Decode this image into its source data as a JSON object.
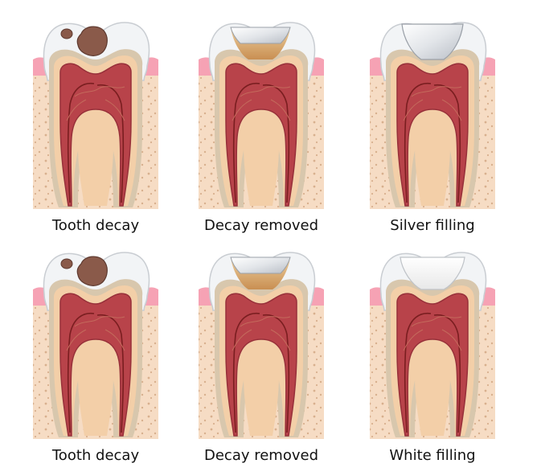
{
  "panels": [
    {
      "label": "Tooth decay",
      "state": "decay"
    },
    {
      "label": "Decay removed",
      "state": "removed"
    },
    {
      "label": "Silver filling",
      "state": "silver"
    },
    {
      "label": "Tooth decay",
      "state": "decay"
    },
    {
      "label": "Decay removed",
      "state": "removed"
    },
    {
      "label": "White filling",
      "state": "white"
    }
  ],
  "colors": {
    "bone": "#f6dcc4",
    "bone_dots": "#d8b08e",
    "gum": "#f6a2b4",
    "enamel": "#f2f4f6",
    "dentin_edge": "#d8c7ad",
    "dentin": "#f3cfa8",
    "pulp": "#b8434a",
    "pulp_dark": "#97303a",
    "vessel": "#7a1e20",
    "decay": "#8a5a4a",
    "cavity": "#d7ab74",
    "silver": "#e9ebee",
    "white_filling": "#f7f7f7"
  }
}
